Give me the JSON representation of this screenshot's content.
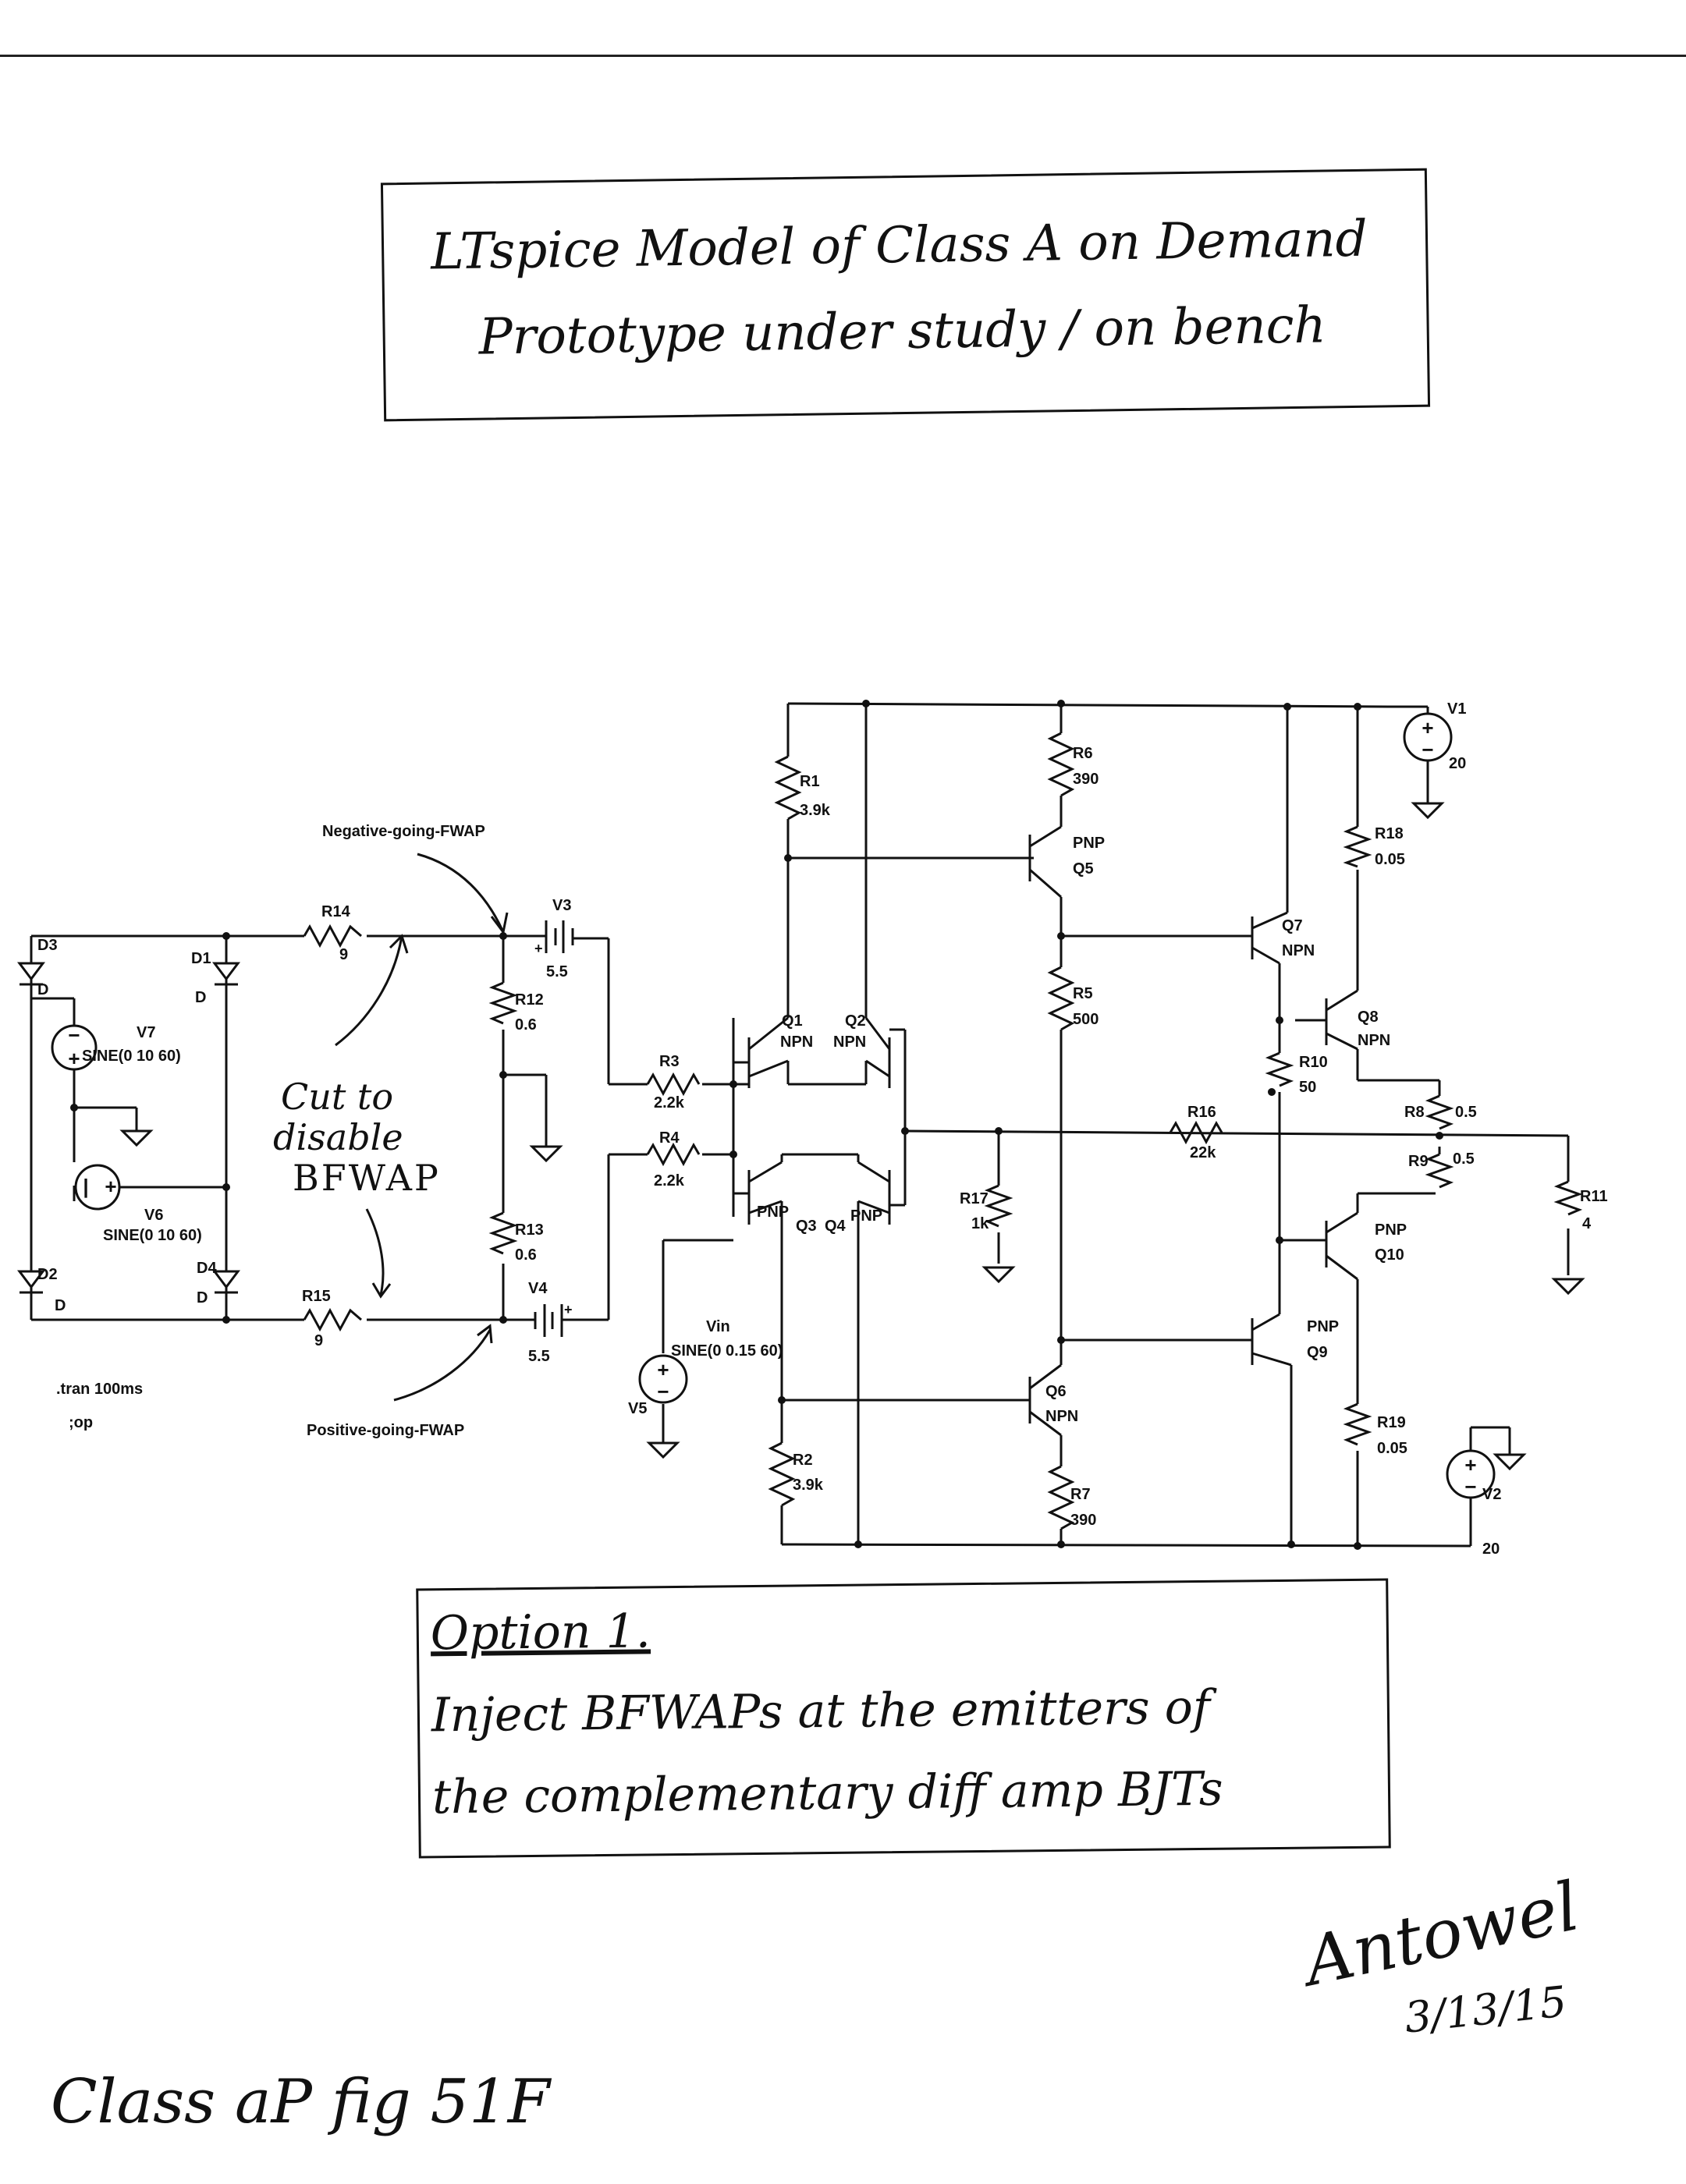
{
  "title": {
    "line1": "LTspice Model of Class A on Demand",
    "line2": "Prototype under study / on bench"
  },
  "option": {
    "line1": "Option 1.",
    "line2": "Inject BFWAPs at the emitters of",
    "line3": "the complementary diff amp BJTs"
  },
  "handwritten": {
    "cut_note_1": "Cut to",
    "cut_note_2": "disable",
    "cut_note_3": "BFWAP",
    "signature": "Antowel",
    "date": "3/13/15",
    "figure_ref": "Class aP fig 51F"
  },
  "labels": {
    "neg_fwap": "Negative-going-FWAP",
    "pos_fwap": "Positive-going-FWAP",
    "tran": ".tran 100ms",
    "op": ";op"
  },
  "components": {
    "R1": {
      "name": "R1",
      "value": "3.9k"
    },
    "R2": {
      "name": "R2",
      "value": "3.9k"
    },
    "R3": {
      "name": "R3",
      "value": "2.2k"
    },
    "R4": {
      "name": "R4",
      "value": "2.2k"
    },
    "R5": {
      "name": "R5",
      "value": "500"
    },
    "R6": {
      "name": "R6",
      "value": "390"
    },
    "R7": {
      "name": "R7",
      "value": "390"
    },
    "R8": {
      "name": "R8",
      "value": "0.5"
    },
    "R9": {
      "name": "R9",
      "value": "0.5"
    },
    "R10": {
      "name": "R10",
      "value": "50"
    },
    "R11": {
      "name": "R11",
      "value": "4"
    },
    "R12": {
      "name": "R12",
      "value": "0.6"
    },
    "R13": {
      "name": "R13",
      "value": "0.6"
    },
    "R14": {
      "name": "R14",
      "value": "9"
    },
    "R15": {
      "name": "R15",
      "value": "9"
    },
    "R16": {
      "name": "R16",
      "value": "22k"
    },
    "R17": {
      "name": "R17",
      "value": "1k"
    },
    "R18": {
      "name": "R18",
      "value": "0.05"
    },
    "R19": {
      "name": "R19",
      "value": "0.05"
    },
    "V1": {
      "name": "V1",
      "value": "20"
    },
    "V2": {
      "name": "V2",
      "value": "20"
    },
    "V3": {
      "name": "V3",
      "value": "5.5"
    },
    "V4": {
      "name": "V4",
      "value": "5.5"
    },
    "V5": {
      "name": "V5",
      "label": "Vin",
      "value": "SINE(0 0.15 60)"
    },
    "V6": {
      "name": "V6",
      "value": "SINE(0 10 60)"
    },
    "V7": {
      "name": "V7",
      "value": "SINE(0 10 60)"
    },
    "D1": {
      "name": "D1",
      "model": "D"
    },
    "D2": {
      "name": "D2",
      "model": "D"
    },
    "D3": {
      "name": "D3",
      "model": "D"
    },
    "D4": {
      "name": "D4",
      "model": "D"
    },
    "Q1": {
      "name": "Q1",
      "type": "NPN"
    },
    "Q2": {
      "name": "Q2",
      "type": "NPN"
    },
    "Q3": {
      "name": "Q3",
      "type": "PNP"
    },
    "Q4": {
      "name": "Q4",
      "type": "PNP"
    },
    "Q5": {
      "name": "Q5",
      "type": "PNP"
    },
    "Q6": {
      "name": "Q6",
      "type": "NPN"
    },
    "Q7": {
      "name": "Q7",
      "type": "NPN"
    },
    "Q8": {
      "name": "Q8",
      "type": "NPN"
    },
    "Q9": {
      "name": "Q9",
      "type": "PNP"
    },
    "Q10": {
      "name": "Q10",
      "type": "PNP"
    }
  }
}
